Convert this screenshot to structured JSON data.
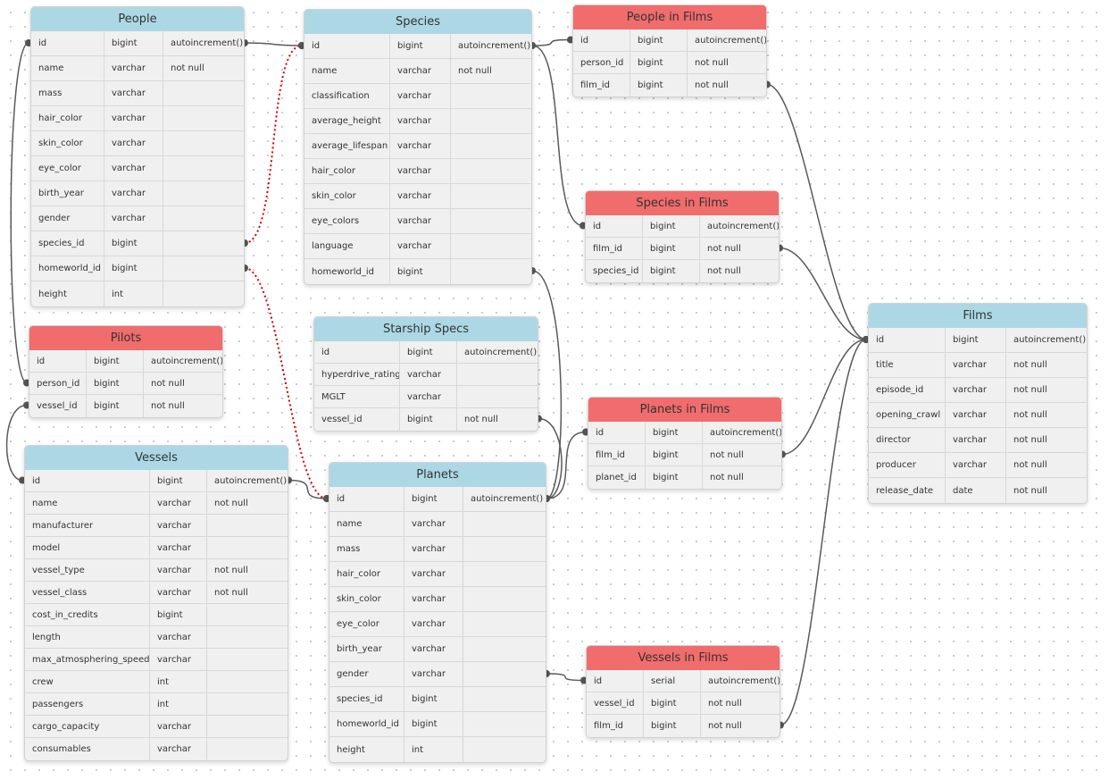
{
  "tables": [
    {
      "key": "people",
      "title": "People",
      "header_color": "blue",
      "rows": [
        [
          "id",
          "bigint",
          "autoincrement()"
        ],
        [
          "name",
          "varchar",
          "not null"
        ],
        [
          "mass",
          "varchar",
          ""
        ],
        [
          "hair_color",
          "varchar",
          ""
        ],
        [
          "skin_color",
          "varchar",
          ""
        ],
        [
          "eye_color",
          "varchar",
          ""
        ],
        [
          "birth_year",
          "varchar",
          ""
        ],
        [
          "gender",
          "varchar",
          ""
        ],
        [
          "species_id",
          "bigint",
          ""
        ],
        [
          "homeworld_id",
          "bigint",
          ""
        ],
        [
          "height",
          "int",
          ""
        ]
      ]
    },
    {
      "key": "species",
      "title": "Species",
      "header_color": "blue",
      "rows": [
        [
          "id",
          "bigint",
          "autoincrement()"
        ],
        [
          "name",
          "varchar",
          "not null"
        ],
        [
          "classification",
          "varchar",
          ""
        ],
        [
          "average_height",
          "varchar",
          ""
        ],
        [
          "average_lifespan",
          "varchar",
          ""
        ],
        [
          "hair_color",
          "varchar",
          ""
        ],
        [
          "skin_color",
          "varchar",
          ""
        ],
        [
          "eye_colors",
          "varchar",
          ""
        ],
        [
          "language",
          "varchar",
          ""
        ],
        [
          "homeworld_id",
          "bigint",
          ""
        ]
      ]
    },
    {
      "key": "people_in_films",
      "title": "People in Films",
      "header_color": "red",
      "rows": [
        [
          "id",
          "bigint",
          "autoincrement()"
        ],
        [
          "person_id",
          "bigint",
          "not null"
        ],
        [
          "film_id",
          "bigint",
          "not null"
        ]
      ]
    },
    {
      "key": "species_in_films",
      "title": "Species in Films",
      "header_color": "red",
      "rows": [
        [
          "id",
          "bigint",
          "autoincrement()"
        ],
        [
          "film_id",
          "bigint",
          "not null"
        ],
        [
          "species_id",
          "bigint",
          "not null"
        ]
      ]
    },
    {
      "key": "films",
      "title": "Films",
      "header_color": "blue",
      "rows": [
        [
          "id",
          "bigint",
          "autoincrement()"
        ],
        [
          "title",
          "varchar",
          "not null"
        ],
        [
          "episode_id",
          "varchar",
          "not null"
        ],
        [
          "opening_crawl",
          "varchar",
          "not null"
        ],
        [
          "director",
          "varchar",
          "not null"
        ],
        [
          "producer",
          "varchar",
          "not null"
        ],
        [
          "release_date",
          "date",
          "not null"
        ]
      ]
    },
    {
      "key": "pilots",
      "title": "Pilots",
      "header_color": "red",
      "rows": [
        [
          "id",
          "bigint",
          "autoincrement()"
        ],
        [
          "person_id",
          "bigint",
          "not null"
        ],
        [
          "vessel_id",
          "bigint",
          "not null"
        ]
      ]
    },
    {
      "key": "starship_specs",
      "title": "Starship Specs",
      "header_color": "blue",
      "rows": [
        [
          "id",
          "bigint",
          "autoincrement()"
        ],
        [
          "hyperdrive_rating",
          "varchar",
          ""
        ],
        [
          "MGLT",
          "varchar",
          ""
        ],
        [
          "vessel_id",
          "bigint",
          "not null"
        ]
      ]
    },
    {
      "key": "planets_in_films",
      "title": "Planets in Films",
      "header_color": "red",
      "rows": [
        [
          "id",
          "bigint",
          "autoincrement()"
        ],
        [
          "film_id",
          "bigint",
          "not null"
        ],
        [
          "planet_id",
          "bigint",
          "not null"
        ]
      ]
    },
    {
      "key": "vessels",
      "title": "Vessels",
      "header_color": "blue",
      "rows": [
        [
          "id",
          "bigint",
          "autoincrement()"
        ],
        [
          "name",
          "varchar",
          "not null"
        ],
        [
          "manufacturer",
          "varchar",
          ""
        ],
        [
          "model",
          "varchar",
          ""
        ],
        [
          "vessel_type",
          "varchar",
          "not null"
        ],
        [
          "vessel_class",
          "varchar",
          "not null"
        ],
        [
          "cost_in_credits",
          "bigint",
          ""
        ],
        [
          "length",
          "varchar",
          ""
        ],
        [
          "max_atmosphering_speed",
          "varchar",
          ""
        ],
        [
          "crew",
          "int",
          ""
        ],
        [
          "passengers",
          "int",
          ""
        ],
        [
          "cargo_capacity",
          "varchar",
          ""
        ],
        [
          "consumables",
          "varchar",
          ""
        ]
      ]
    },
    {
      "key": "planets",
      "title": "Planets",
      "header_color": "blue",
      "rows": [
        [
          "id",
          "bigint",
          "autoincrement()"
        ],
        [
          "name",
          "varchar",
          ""
        ],
        [
          "mass",
          "varchar",
          ""
        ],
        [
          "hair_color",
          "varchar",
          ""
        ],
        [
          "skin_color",
          "varchar",
          ""
        ],
        [
          "eye_color",
          "varchar",
          ""
        ],
        [
          "birth_year",
          "varchar",
          ""
        ],
        [
          "gender",
          "varchar",
          ""
        ],
        [
          "species_id",
          "bigint",
          ""
        ],
        [
          "homeworld_id",
          "bigint",
          ""
        ],
        [
          "height",
          "int",
          ""
        ]
      ]
    },
    {
      "key": "vessels_in_films",
      "title": "Vessels in Films",
      "header_color": "red",
      "rows": [
        [
          "id",
          "serial",
          "autoincrement()"
        ],
        [
          "vessel_id",
          "bigint",
          "not null"
        ],
        [
          "film_id",
          "bigint",
          "not null"
        ]
      ]
    }
  ],
  "relationships": [
    {
      "from": "people.id",
      "to": "species.id",
      "style": "solid"
    },
    {
      "from": "people.species_id",
      "to": "species.id",
      "style": "dotted"
    },
    {
      "from": "people.homeworld_id",
      "to": "planets.id",
      "style": "dotted"
    },
    {
      "from": "people.id",
      "to": "pilots.person_id",
      "style": "solid"
    },
    {
      "from": "species.id",
      "to": "people_in_films.id",
      "style": "solid"
    },
    {
      "from": "species.id",
      "to": "species_in_films.id",
      "style": "solid"
    },
    {
      "from": "species.homeworld_id",
      "to": "planets.id",
      "style": "solid"
    },
    {
      "from": "people_in_films.film_id",
      "to": "films.id",
      "style": "solid"
    },
    {
      "from": "species_in_films.film_id",
      "to": "films.id",
      "style": "solid"
    },
    {
      "from": "planets_in_films.film_id",
      "to": "films.id",
      "style": "solid"
    },
    {
      "from": "vessels_in_films.film_id",
      "to": "films.id",
      "style": "solid"
    },
    {
      "from": "pilots.vessel_id",
      "to": "vessels.id",
      "style": "solid"
    },
    {
      "from": "starship_specs.vessel_id",
      "to": "planets.id",
      "style": "solid"
    },
    {
      "from": "vessels.id",
      "to": "planets.id",
      "style": "solid"
    },
    {
      "from": "planets.id",
      "to": "planets_in_films.id",
      "style": "solid"
    },
    {
      "from": "planets.gender",
      "to": "vessels_in_films.id",
      "style": "solid"
    }
  ],
  "colors": {
    "blue_header": "#acd8e6",
    "red_header": "#f16c6c",
    "link": "#5a5a5a",
    "dotted_link": "#d40000"
  }
}
